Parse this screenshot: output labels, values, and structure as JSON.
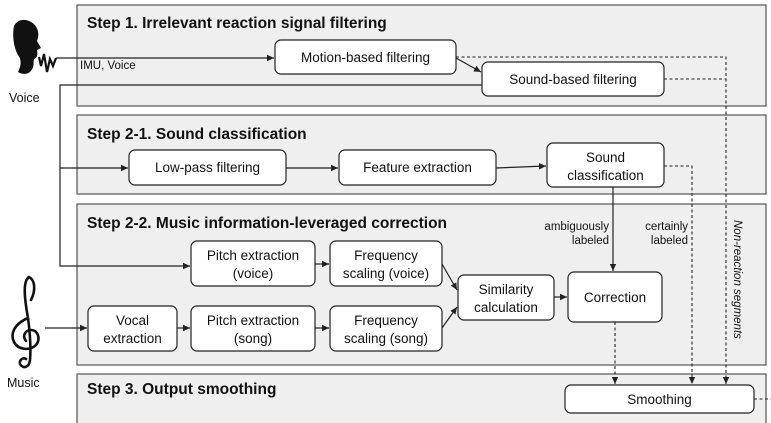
{
  "steps": {
    "step1": "Step 1. Irrelevant reaction signal filtering",
    "step2_1": "Step 2-1. Sound classification",
    "step2_2": "Step 2-2. Music information-leveraged correction",
    "step3": "Step 3. Output smoothing"
  },
  "nodes": {
    "motion": "Motion-based filtering",
    "sound_filter": "Sound-based filtering",
    "lowpass": "Low-pass filtering",
    "feature": "Feature extraction",
    "sound_class": [
      "Sound",
      "classification"
    ],
    "pitch_voice": [
      "Pitch extraction",
      "(voice)"
    ],
    "freq_voice": [
      "Frequency",
      "scaling (voice)"
    ],
    "similarity": [
      "Similarity",
      "calculation"
    ],
    "correction": "Correction",
    "vocal": [
      "Vocal",
      "extraction"
    ],
    "pitch_song": [
      "Pitch extraction",
      "(song)"
    ],
    "freq_song": [
      "Frequency",
      "scaling (song)"
    ],
    "smoothing": "Smoothing"
  },
  "labels": {
    "imu_voice": "IMU, Voice",
    "voice": "Voice",
    "music": "Music",
    "ambiguous": [
      "ambiguously",
      "labeled"
    ],
    "certain": [
      "certainly",
      "labeled"
    ],
    "non_reaction": "Non-reaction segments"
  },
  "icons": {
    "voice": "speaking-head-icon",
    "music": "treble-clef-icon"
  }
}
